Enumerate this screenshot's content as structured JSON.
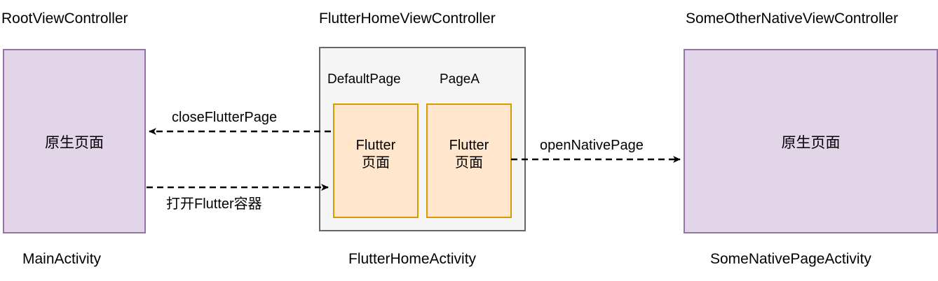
{
  "diagram": {
    "title": "Flutter hybrid navigation container diagram",
    "colors": {
      "native_fill": "#e1d5e7",
      "native_stroke": "#9673a6",
      "container_fill": "#f5f5f5",
      "container_stroke": "#666666",
      "flutter_fill": "#ffe6cc",
      "flutter_stroke": "#d79b00",
      "edge_stroke": "#000000",
      "background": "#ffffff"
    },
    "nodes": [
      {
        "id": "root",
        "ios_title": "RootViewController",
        "body_text": "原生页面",
        "android_caption": "MainActivity",
        "kind": "native"
      },
      {
        "id": "flutter-home",
        "ios_title": "FlutterHomeViewController",
        "android_caption": "FlutterHomeActivity",
        "kind": "container",
        "pages": [
          {
            "id": "default-page",
            "label": "DefaultPage",
            "line1": "Flutter",
            "line2": "页面"
          },
          {
            "id": "page-a",
            "label": "PageA",
            "line1": "Flutter",
            "line2": "页面"
          }
        ]
      },
      {
        "id": "other-native",
        "ios_title": "SomeOtherNativeViewController",
        "body_text": "原生页面",
        "android_caption": "SomeNativePageActivity",
        "kind": "native"
      }
    ],
    "edges": [
      {
        "id": "close-flutter-page",
        "label": "closeFlutterPage",
        "from": "flutter-home",
        "to": "root",
        "direction": "left",
        "style": "dashed"
      },
      {
        "id": "open-flutter-container",
        "label": "打开Flutter容器",
        "from": "root",
        "to": "flutter-home",
        "direction": "right",
        "style": "dashed"
      },
      {
        "id": "open-native-page",
        "label": "openNativePage",
        "from": "flutter-home",
        "to": "other-native",
        "direction": "right",
        "style": "dashed"
      }
    ]
  }
}
